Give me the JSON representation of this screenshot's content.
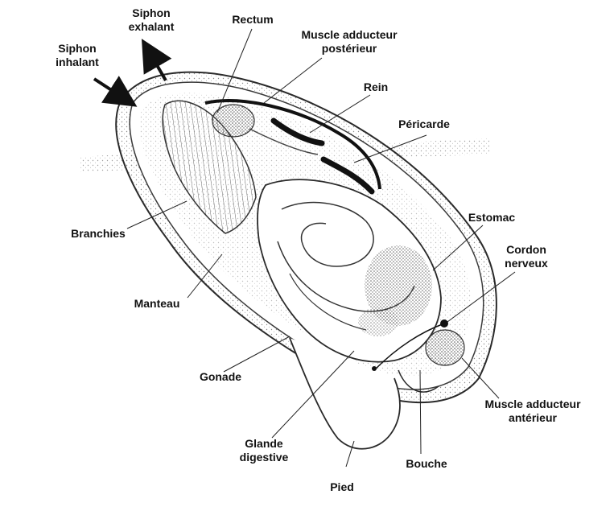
{
  "labels": {
    "siphon_exhalant": [
      "Siphon",
      "exhalant"
    ],
    "siphon_inhalant": [
      "Siphon",
      "inhalant"
    ],
    "rectum": "Rectum",
    "muscle_adducteur_posterieur": [
      "Muscle adducteur",
      "postérieur"
    ],
    "rein": "Rein",
    "pericarde": "Péricarde",
    "branchies": "Branchies",
    "estomac": "Estomac",
    "cordon_nerveux": [
      "Cordon",
      "nerveux"
    ],
    "manteau": "Manteau",
    "gonade": "Gonade",
    "muscle_adducteur_anterieur": [
      "Muscle adducteur",
      "antérieur"
    ],
    "glande_digestive": [
      "Glande",
      "digestive"
    ],
    "bouche": "Bouche",
    "pied": "Pied"
  },
  "colors": {
    "ink": "#111111",
    "line": "#2a2a2a",
    "stipple": "#8a8a8a",
    "background": "#ffffff"
  }
}
